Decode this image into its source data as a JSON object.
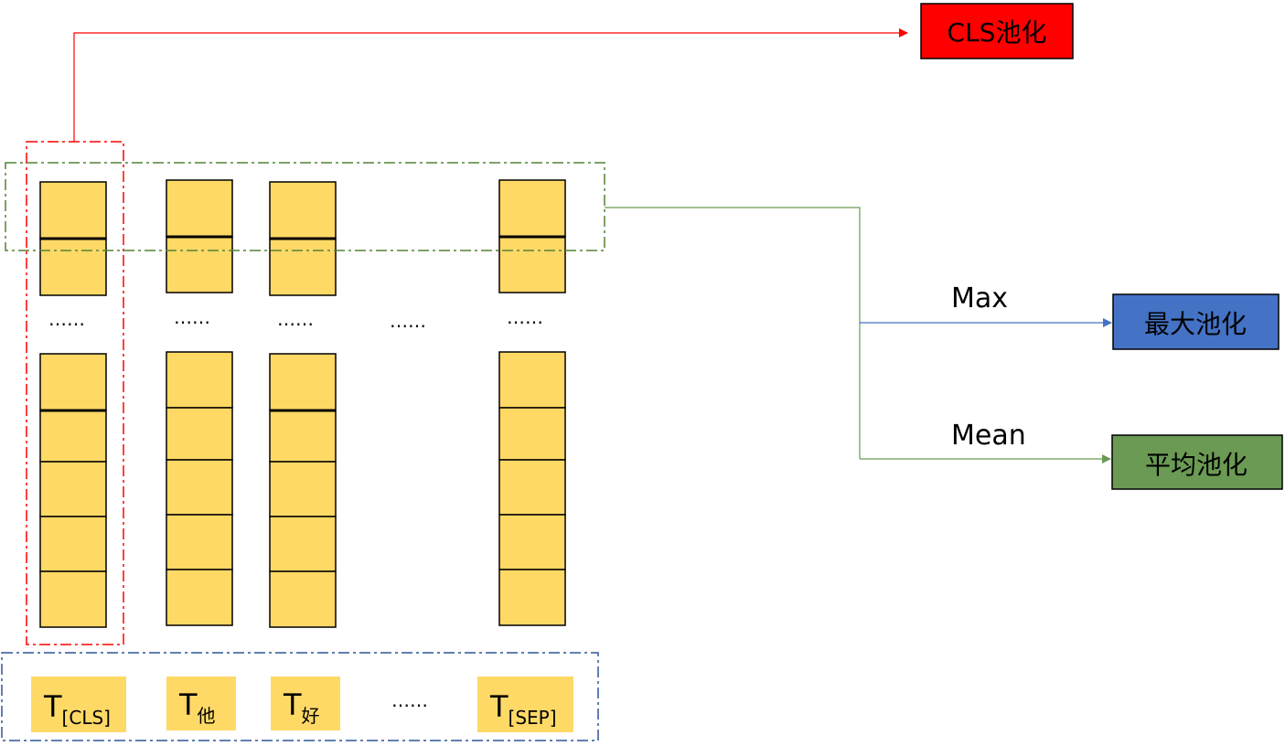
{
  "outputs": {
    "cls": {
      "label": "CLS池化",
      "color": "#FF0000"
    },
    "max": {
      "label": "最大池化",
      "color": "#4472C4"
    },
    "mean": {
      "label": "平均池化",
      "color": "#6A9A53"
    }
  },
  "arrows": {
    "max_label": "Max",
    "mean_label": "Mean"
  },
  "colors": {
    "cell_fill": "#FFD966",
    "cls_frame": "#FF0000",
    "top_row_frame": "#548235",
    "token_frame": "#2F5597",
    "max_line": "#4472C4",
    "mean_line": "#6A9A53",
    "cls_line": "#FF0000"
  },
  "ellipsis": "……",
  "tokens": [
    {
      "main": "T",
      "sub": "[CLS]"
    },
    {
      "main": "T",
      "sub": "他"
    },
    {
      "main": "T",
      "sub": "好"
    },
    {
      "main": "……",
      "sub": ""
    },
    {
      "main": "T",
      "sub": "[SEP]"
    }
  ]
}
